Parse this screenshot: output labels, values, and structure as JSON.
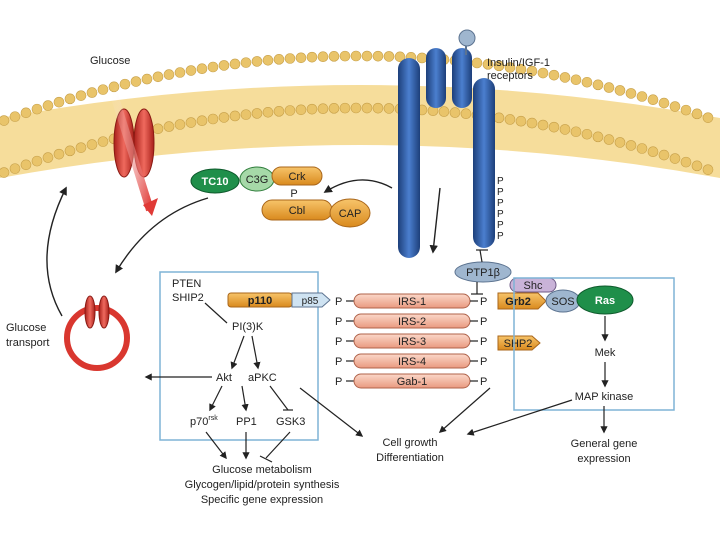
{
  "labels": {
    "glucose": "Glucose",
    "receptors_line1": "Insulin/IGF-1",
    "receptors_line2": "receptors",
    "tc10": "TC10",
    "c3g": "C3G",
    "crk": "Crk",
    "p_crk": "P",
    "cbl": "Cbl",
    "cap": "CAP",
    "ptp1b": "PTP1β",
    "shc": "Shc",
    "grb2": "Grb2",
    "sos": "SOS",
    "ras": "Ras",
    "pten": "PTEN",
    "ship2_top": "SHIP2",
    "p110": "p110",
    "p85": "p85",
    "pi3k": "PI(3)K",
    "akt": "Akt",
    "apkc": "aPKC",
    "p70": "p70",
    "p70_sup": "rsk",
    "pp1": "PP1",
    "gsk3": "GSK3",
    "glucose_transport_1": "Glucose",
    "glucose_transport_2": "transport",
    "shp2_mid": "SHP2",
    "mek": "Mek",
    "map_kinase": "MAP kinase",
    "cell_growth": "Cell growth",
    "differentiation": "Differentiation",
    "general_gene_1": "General gene",
    "general_gene_2": "expression",
    "out_1": "Glucose metabolism",
    "out_2": "Glycogen/lipid/protein synthesis",
    "out_3": "Specific gene expression",
    "p": "P"
  },
  "substrates": [
    "IRS-1",
    "IRS-2",
    "IRS-3",
    "IRS-4",
    "Gab-1"
  ],
  "receptor_p_labels": [
    "P",
    "P",
    "P",
    "P",
    "P",
    "P"
  ],
  "colors": {
    "membrane": "#f5d78a",
    "membrane_head": "#e9c46a",
    "receptor_blue": "#2f5fa8",
    "glut_red": "#d9372f",
    "green": "#1f8f4a",
    "orange": "#e9a23b",
    "substrate": "#f2b7a0",
    "grey_blue": "#9fb6cf",
    "box_line": "#7fb3d5"
  }
}
